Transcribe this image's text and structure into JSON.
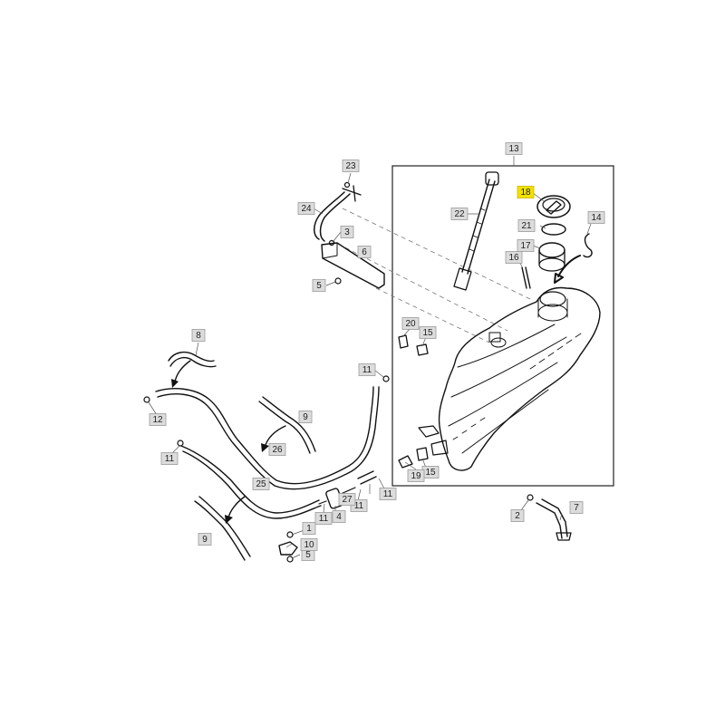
{
  "callouts": [
    {
      "key": "c1",
      "label": "1"
    },
    {
      "key": "c2",
      "label": "2"
    },
    {
      "key": "c3",
      "label": "3"
    },
    {
      "key": "c4",
      "label": "4"
    },
    {
      "key": "c5a",
      "label": "5"
    },
    {
      "key": "c5b",
      "label": "5"
    },
    {
      "key": "c6",
      "label": "6"
    },
    {
      "key": "c7",
      "label": "7"
    },
    {
      "key": "c8",
      "label": "8"
    },
    {
      "key": "c9a",
      "label": "9"
    },
    {
      "key": "c9b",
      "label": "9"
    },
    {
      "key": "c10",
      "label": "10"
    },
    {
      "key": "c11a",
      "label": "11"
    },
    {
      "key": "c11b",
      "label": "11"
    },
    {
      "key": "c11c",
      "label": "11"
    },
    {
      "key": "c11d",
      "label": "11"
    },
    {
      "key": "c11e",
      "label": "11"
    },
    {
      "key": "c12",
      "label": "12"
    },
    {
      "key": "c13",
      "label": "13"
    },
    {
      "key": "c14",
      "label": "14"
    },
    {
      "key": "c15a",
      "label": "15"
    },
    {
      "key": "c15b",
      "label": "15"
    },
    {
      "key": "c16",
      "label": "16"
    },
    {
      "key": "c17",
      "label": "17"
    },
    {
      "key": "c18",
      "label": "18",
      "highlight": true
    },
    {
      "key": "c19",
      "label": "19"
    },
    {
      "key": "c20",
      "label": "20"
    },
    {
      "key": "c21",
      "label": "21"
    },
    {
      "key": "c22",
      "label": "22"
    },
    {
      "key": "c23",
      "label": "23"
    },
    {
      "key": "c24",
      "label": "24"
    },
    {
      "key": "c25",
      "label": "25"
    },
    {
      "key": "c26",
      "label": "26"
    },
    {
      "key": "c27",
      "label": "27"
    }
  ],
  "colors": {
    "callout_fill": "#dcdcdc",
    "highlight_fill": "#f2e100",
    "line": "#111111",
    "tank_fill": "#ffffff"
  }
}
